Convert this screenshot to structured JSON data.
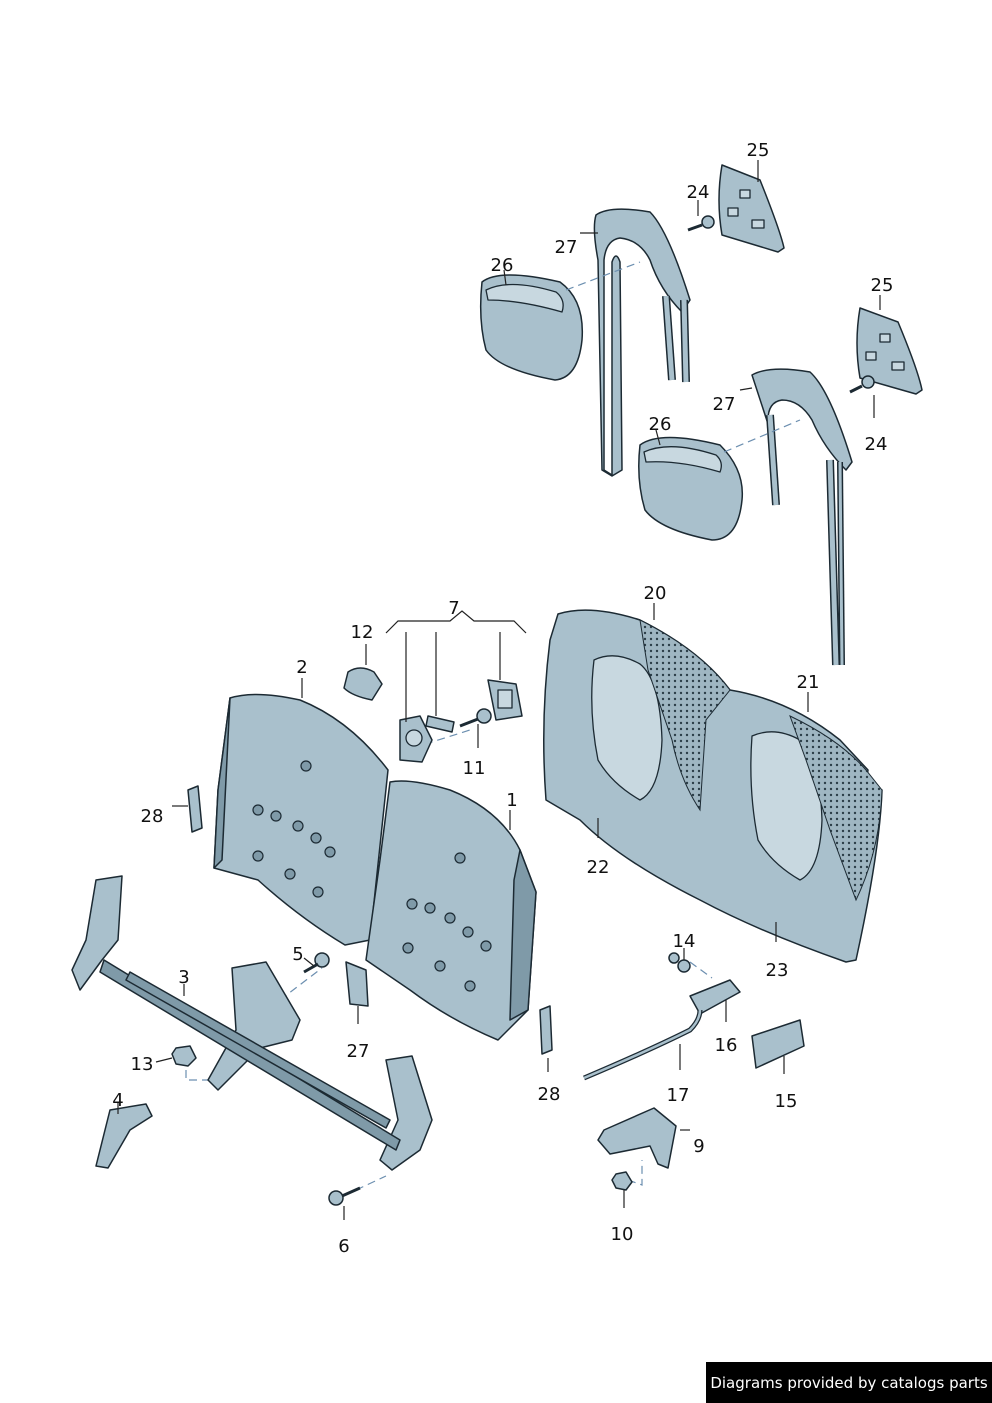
{
  "callouts": {
    "c1": "1",
    "c2": "2",
    "c3": "3",
    "c4": "4",
    "c5": "5",
    "c6": "6",
    "c7": "7",
    "c9": "9",
    "c10": "10",
    "c11": "11",
    "c12": "12",
    "c13": "13",
    "c14": "14",
    "c15": "15",
    "c16": "16",
    "c17": "17",
    "c20": "20",
    "c21": "21",
    "c22": "22",
    "c23": "23",
    "c24a": "24",
    "c24b": "24",
    "c25a": "25",
    "c25b": "25",
    "c26a": "26",
    "c26b": "26",
    "c27a": "27",
    "c27b": "27",
    "c27c": "27",
    "c28a": "28",
    "c28b": "28"
  },
  "credit": "Diagrams provided by catalogs parts",
  "colors": {
    "part": "#a9c0cc",
    "part_dark": "#7f9aa8",
    "outline": "#1c2a33",
    "dashed_line": "#6c8fb0"
  }
}
